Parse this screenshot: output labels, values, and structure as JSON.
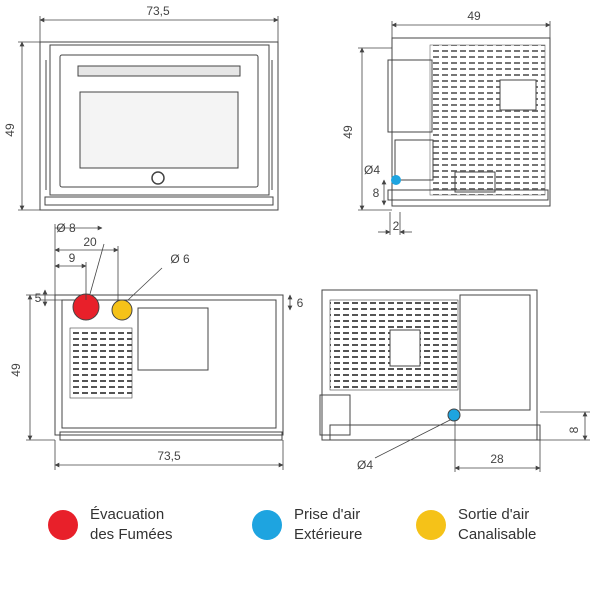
{
  "dimensions": {
    "front_width": "73,5",
    "front_height": "49",
    "side_width": "49",
    "side_height": "49",
    "side_d4": "Ø4",
    "side_8": "8",
    "side_2": "2",
    "d8": "Ø 8",
    "d20": "20",
    "d9": "9",
    "d6": "Ø 6",
    "d5": "5",
    "d6_right": "6",
    "rear_height": "49",
    "rear_width": "73,5",
    "rear_side_d4": "Ø4",
    "rear_side_28": "28",
    "rear_side_8": "8"
  },
  "legend": {
    "items": [
      {
        "line1": "Évacuation",
        "line2": "des Fumées",
        "color": "#e8202a"
      },
      {
        "line1": "Prise d'air",
        "line2": "Extérieure",
        "color": "#1ea4e0"
      },
      {
        "line1": "Sortie d'air",
        "line2": "Canalisable",
        "color": "#f5c218"
      }
    ]
  },
  "colors": {
    "smoke": "#e8202a",
    "air_intake": "#1ea4e0",
    "air_outlet": "#f5c218",
    "line": "#444444"
  }
}
